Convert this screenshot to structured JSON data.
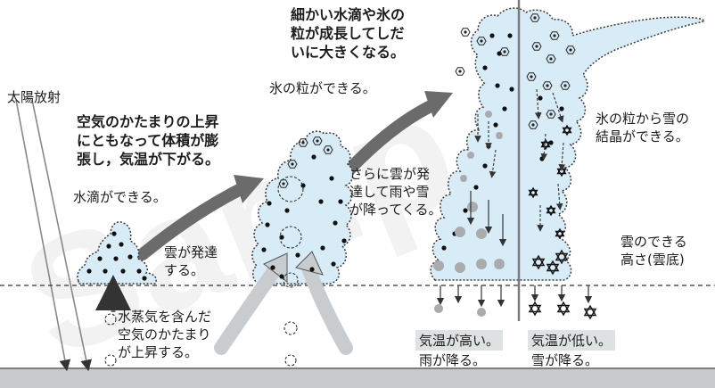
{
  "colors": {
    "cloud_fill": "#d8ecf7",
    "cloud_stroke": "#3a3a3a",
    "droplet": "#111111",
    "raindrop": "#a9abad",
    "arrow": "#6b6b6b",
    "ground": "#c9cacb",
    "divider": "#7a7a7a"
  },
  "watermark": "Samp",
  "labels": {
    "solar_radiation": "太陽放射",
    "rising_air_expands": "空気のかたまりの上昇\nにともなって体積が膨\n張し，気温が下がる。",
    "droplets_form": "水滴ができる。",
    "ice_particles_form": "氷の粒ができる。",
    "particles_grow": "細かい水滴や氷の\n粒が成長してしだ\nいに大きくなる。",
    "cloud_develops": "雲が発達\nする。",
    "cloud_develops_further": "さらに雲が発\n達して雨や雪\nが降ってくる。",
    "snow_crystals_form": "氷の粒から雪の\n結晶ができる。",
    "cloud_base_height": "雲のできる\n高さ(雲底)",
    "vapor_air_rises": "水蒸気を含んだ\n空気のかたまり\nが上昇する。",
    "temp_high": "気温が高い。",
    "rain_falls": "雨が降る。",
    "temp_low": "気温が低い。",
    "snow_falls": "雪が降る。"
  },
  "icons": {
    "ice_particle": "hexagon-ring-icon",
    "snow_crystal": "star-of-david-icon",
    "air_parcel": "dashed-circle-icon"
  }
}
